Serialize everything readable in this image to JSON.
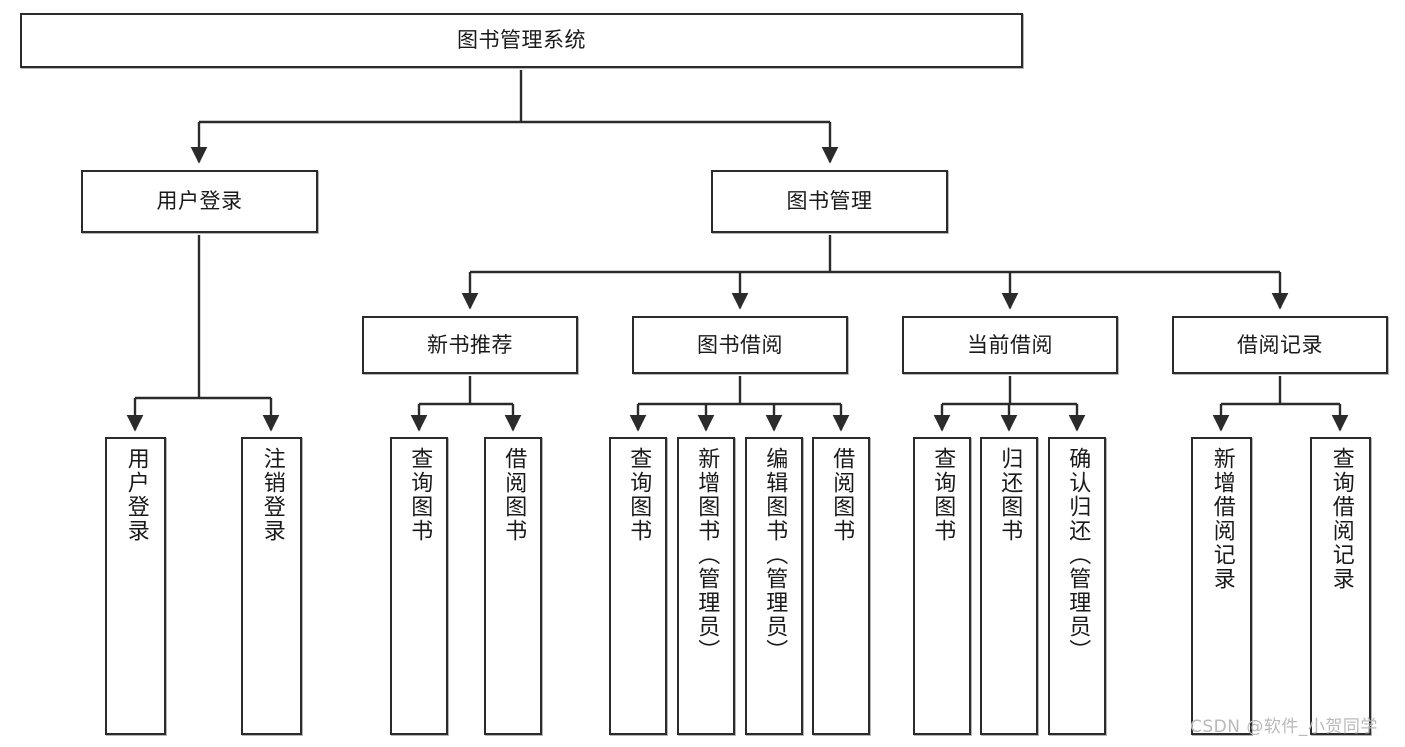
{
  "diagram": {
    "title": "图书管理系统",
    "type": "hierarchy-tree",
    "watermark": "CSDN @软件_小贺同学",
    "colors": {
      "box_border": "#2b2b2b",
      "box_fill": "#ffffff",
      "edge": "#2b2b2b",
      "text": "#1a1a1a",
      "watermark": "#b9b9b9"
    }
  },
  "nodes": {
    "root": {
      "label": "图书管理系统"
    },
    "level2": [
      {
        "label": "用户登录"
      },
      {
        "label": "图书管理"
      }
    ],
    "level3": [
      {
        "label": "新书推荐"
      },
      {
        "label": "图书借阅"
      },
      {
        "label": "当前借阅"
      },
      {
        "label": "借阅记录"
      }
    ],
    "leaves": {
      "user_login": [
        {
          "label": "用户登录"
        },
        {
          "label": "注销登录"
        }
      ],
      "new_book_recommend": [
        {
          "label": "查询图书"
        },
        {
          "label": "借阅图书"
        }
      ],
      "book_borrow": [
        {
          "label": "查询图书"
        },
        {
          "label": "新增图书（管理员）"
        },
        {
          "label": "编辑图书（管理员）"
        },
        {
          "label": "借阅图书"
        }
      ],
      "current_borrow": [
        {
          "label": "查询图书"
        },
        {
          "label": "归还图书"
        },
        {
          "label": "确认归还（管理员）"
        }
      ],
      "borrow_record": [
        {
          "label": "新增借阅记录"
        },
        {
          "label": "查询借阅记录"
        }
      ]
    }
  }
}
